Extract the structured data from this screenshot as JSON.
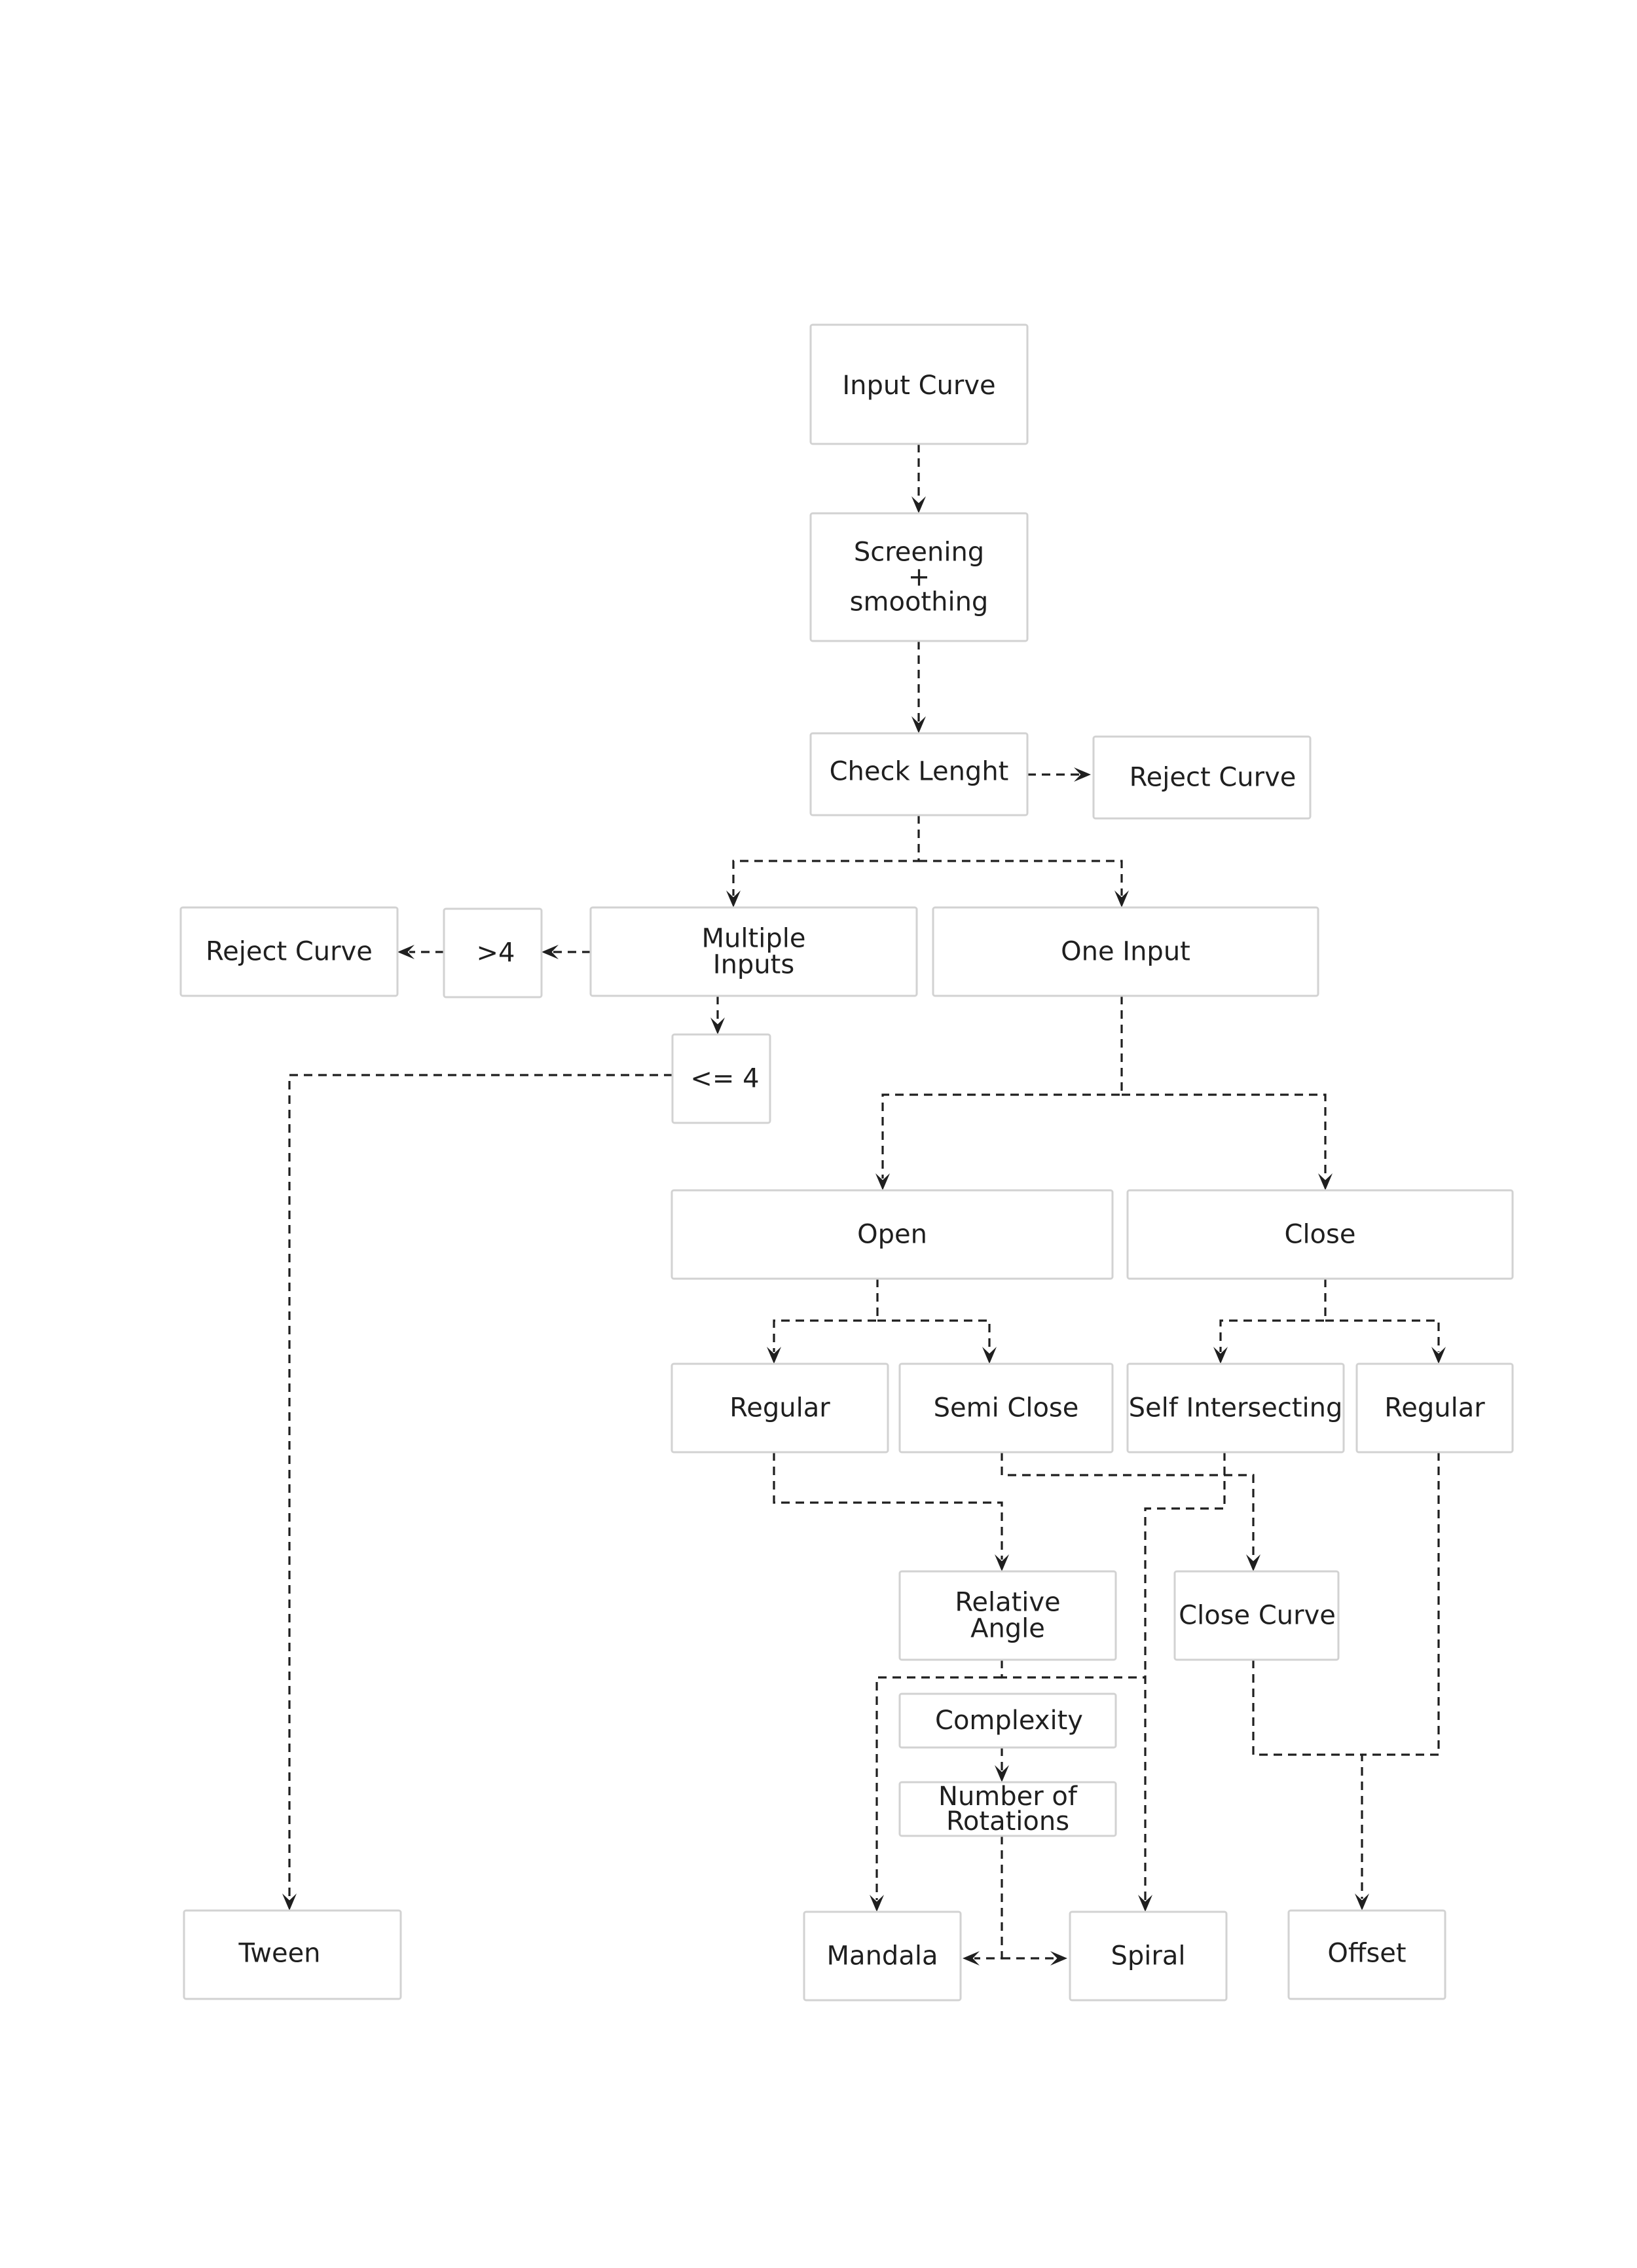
{
  "nodes": {
    "input_curve": {
      "lines": [
        "Input Curve"
      ]
    },
    "screening": {
      "lines": [
        "Screening",
        "+",
        "smoothing"
      ]
    },
    "check_length": {
      "lines": [
        "Check Lenght"
      ]
    },
    "reject_curve_right": {
      "lines": [
        "Reject Curve"
      ]
    },
    "multiple_inputs": {
      "lines": [
        "Multiple",
        "Inputs"
      ]
    },
    "one_input": {
      "lines": [
        "One Input"
      ]
    },
    "gt4": {
      "lines": [
        ">4"
      ]
    },
    "reject_curve_left": {
      "lines": [
        "Reject Curve"
      ]
    },
    "lte4": {
      "lines": [
        "<= 4"
      ]
    },
    "open": {
      "lines": [
        "Open"
      ]
    },
    "close": {
      "lines": [
        "Close"
      ]
    },
    "regular_open": {
      "lines": [
        "Regular"
      ]
    },
    "semi_close": {
      "lines": [
        "Semi Close"
      ]
    },
    "self_intersecting": {
      "lines": [
        "Self Intersecting"
      ]
    },
    "regular_close": {
      "lines": [
        "Regular"
      ]
    },
    "relative_angle": {
      "lines": [
        "Relative",
        "Angle"
      ]
    },
    "close_curve": {
      "lines": [
        "Close Curve"
      ]
    },
    "complexity": {
      "lines": [
        "Complexity"
      ]
    },
    "rotations": {
      "lines": [
        "Number of",
        "Rotations"
      ]
    },
    "tween": {
      "lines": [
        "Tween"
      ]
    },
    "mandala": {
      "lines": [
        "Mandala"
      ]
    },
    "spiral": {
      "lines": [
        "Spiral"
      ]
    },
    "offset": {
      "lines": [
        "Offset"
      ]
    }
  },
  "edges": [
    {
      "from": "input_curve",
      "to": "screening"
    },
    {
      "from": "screening",
      "to": "check_length"
    },
    {
      "from": "check_length",
      "to": "reject_curve_right"
    },
    {
      "from": "check_length",
      "to": "multiple_inputs"
    },
    {
      "from": "check_length",
      "to": "one_input"
    },
    {
      "from": "multiple_inputs",
      "to": "gt4"
    },
    {
      "from": "gt4",
      "to": "reject_curve_left"
    },
    {
      "from": "multiple_inputs",
      "to": "lte4"
    },
    {
      "from": "lte4",
      "to": "tween"
    },
    {
      "from": "one_input",
      "to": "open"
    },
    {
      "from": "one_input",
      "to": "close"
    },
    {
      "from": "open",
      "to": "regular_open"
    },
    {
      "from": "open",
      "to": "semi_close"
    },
    {
      "from": "close",
      "to": "self_intersecting"
    },
    {
      "from": "close",
      "to": "regular_close"
    },
    {
      "from": "regular_open",
      "to": "relative_angle"
    },
    {
      "from": "semi_close",
      "to": "close_curve"
    },
    {
      "from": "self_intersecting",
      "to": "spiral"
    },
    {
      "from": "relative_angle",
      "to": "mandala"
    },
    {
      "from": "complexity",
      "to": "rotations"
    },
    {
      "from": "rotations",
      "to": "mandala"
    },
    {
      "from": "rotations",
      "to": "spiral"
    },
    {
      "from": "close_curve",
      "to": "offset"
    },
    {
      "from": "regular_close",
      "to": "offset"
    }
  ]
}
